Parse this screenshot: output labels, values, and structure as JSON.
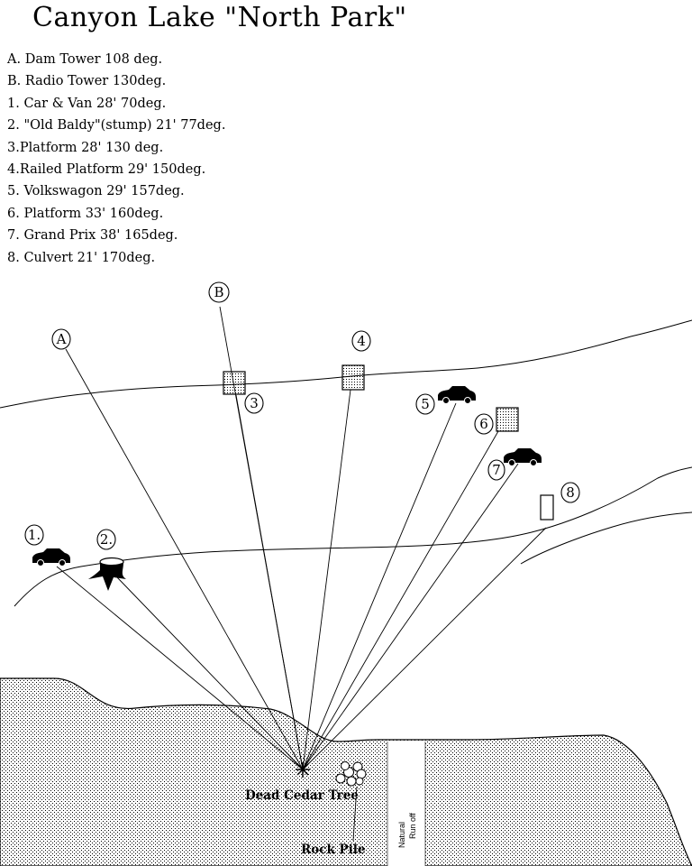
{
  "title": "Canyon Lake \"North Park\"",
  "legend": [
    "A. Dam Tower  108 deg.",
    "B. Radio Tower 130deg.",
    "1. Car & Van 28'  70deg.",
    "2. \"Old Baldy\"(stump) 21'   77deg.",
    "3.Platform 28'  130 deg.",
    "4.Railed Platform 29'  150deg.",
    "5. Volkswagon 29'  157deg.",
    "6. Platform 33'  160deg.",
    "7. Grand Prix 38'   165deg.",
    "8. Culvert 21'  170deg."
  ],
  "markers": {
    "A": "A",
    "B": "B",
    "m1": "1.",
    "m2": "2.",
    "m3": "3",
    "m4": "4",
    "m5": "5",
    "m6": "6",
    "m7": "7",
    "m8": "8"
  },
  "labels": {
    "tree": "Dead Cedar Tree",
    "rock": "Rock Pile",
    "runoff_1": "Natural",
    "runoff_2": "Run off"
  }
}
